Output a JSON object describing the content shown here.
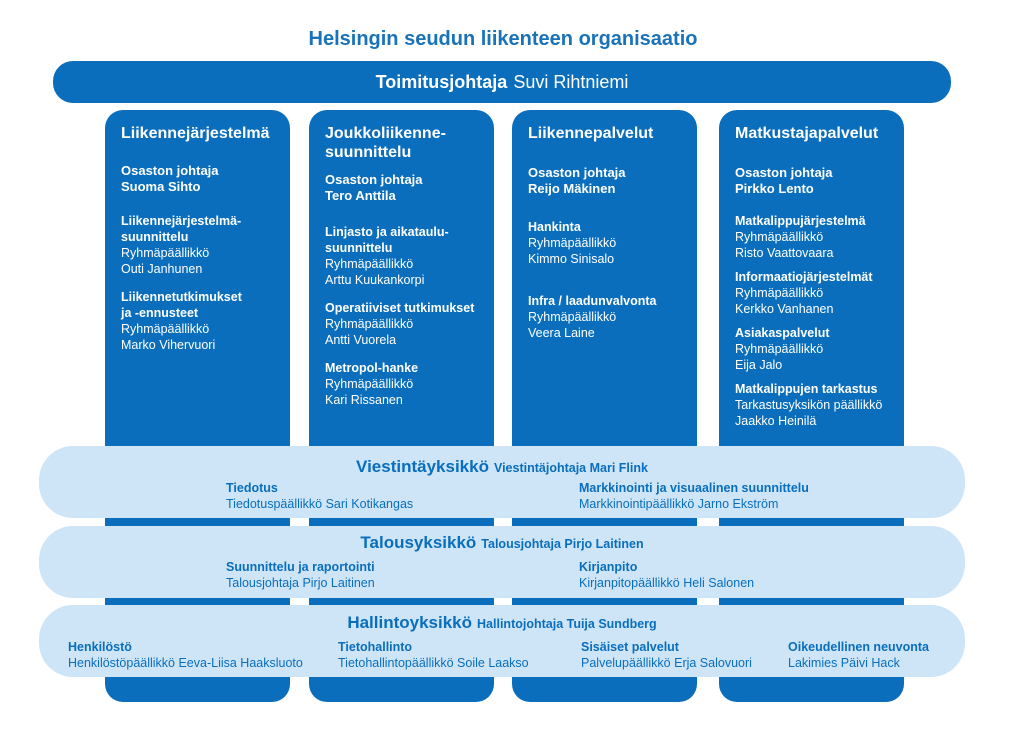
{
  "title": "Helsingin seudun liikenteen organisaatio",
  "ceo": {
    "role": "Toimitusjohtaja",
    "name": "Suvi Rihtniemi"
  },
  "colors": {
    "dark_blue": "#0a6ebd",
    "light_blue": "#cde5f7",
    "title_blue": "#1a73b8"
  },
  "departments": [
    {
      "title": "Liikennejärjestelmä",
      "head_role": "Osaston johtaja",
      "head_name": "Suoma Sihto",
      "groups": [
        {
          "name": "Liikennejärjestelmä-suunnittelu",
          "role": "Ryhmäpäällikkö",
          "person": "Outi Janhunen"
        },
        {
          "name": "Liikennetutkimukset ja -ennusteet",
          "role": "Ryhmäpäällikkö",
          "person": "Marko Vihervuori"
        }
      ]
    },
    {
      "title": "Joukkoliikenne-suunnittelu",
      "head_role": "Osaston johtaja",
      "head_name": "Tero Anttila",
      "groups": [
        {
          "name": "Linjasto ja aikataulu-suunnittelu",
          "role": "Ryhmäpäällikkö",
          "person": "Arttu Kuukankorpi"
        },
        {
          "name": "Operatiiviset tutkimukset",
          "role": "Ryhmäpäällikkö",
          "person": "Antti Vuorela"
        },
        {
          "name": "Metropol-hanke",
          "role": "Ryhmäpäällikkö",
          "person": "Kari Rissanen"
        }
      ]
    },
    {
      "title": "Liikennepalvelut",
      "head_role": "Osaston johtaja",
      "head_name": "Reijo Mäkinen",
      "groups": [
        {
          "name": "Hankinta",
          "role": "Ryhmäpäällikkö",
          "person": "Kimmo Sinisalo"
        },
        {
          "name": "Infra / laadunvalvonta",
          "role": "Ryhmäpäällikkö",
          "person": "Veera Laine"
        }
      ]
    },
    {
      "title": "Matkustajapalvelut",
      "head_role": "Osaston johtaja",
      "head_name": "Pirkko Lento",
      "groups": [
        {
          "name": "Matkalippujärjestelmä",
          "role": "Ryhmäpäällikkö",
          "person": "Risto Vaattovaara"
        },
        {
          "name": "Informaatiojärjestelmät",
          "role": "Ryhmäpäällikkö",
          "person": "Kerkko Vanhanen"
        },
        {
          "name": "Asiakaspalvelut",
          "role": "Ryhmäpäällikkö",
          "person": "Eija Jalo"
        },
        {
          "name": "Matkalippujen tarkastus",
          "role": "Tarkastusyksikön päällikkö",
          "person": "Jaakko Heinilä"
        }
      ]
    }
  ],
  "bands": [
    {
      "name": "Viestintäyksikkö",
      "lead": "Viestintäjohtaja Mari Flink",
      "units": [
        {
          "name": "Tiedotus",
          "person": "Tiedotuspäällikkö Sari Kotikangas"
        },
        {
          "name": "Markkinointi ja visuaalinen suunnittelu",
          "person": "Markkinointipäällikkö Jarno Ekström"
        }
      ]
    },
    {
      "name": "Talousyksikkö",
      "lead": "Talousjohtaja Pirjo Laitinen",
      "units": [
        {
          "name": "Suunnittelu ja raportointi",
          "person": "Talousjohtaja Pirjo Laitinen"
        },
        {
          "name": "Kirjanpito",
          "person": "Kirjanpitopäällikkö Heli Salonen"
        }
      ]
    },
    {
      "name": "Hallintoyksikkö",
      "lead": "Hallintojohtaja Tuija Sundberg",
      "units": [
        {
          "name": "Henkilöstö",
          "person": "Henkilöstöpäällikkö Eeva-Liisa Haaksluoto"
        },
        {
          "name": "Tietohallinto",
          "person": "Tietohallintopäällikkö Soile Laakso"
        },
        {
          "name": "Sisäiset palvelut",
          "person": "Palvelupäällikkö Erja Salovuori"
        },
        {
          "name": "Oikeudellinen neuvonta",
          "person": "Lakimies Päivi Hack"
        }
      ]
    }
  ]
}
